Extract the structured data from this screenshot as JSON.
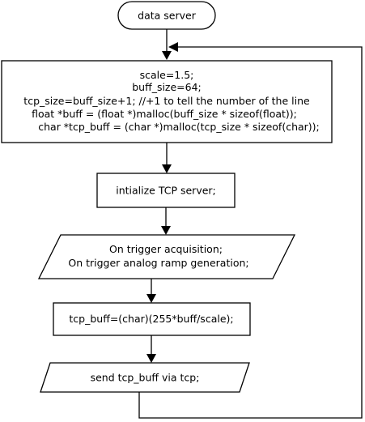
{
  "flowchart": {
    "start": {
      "label": "data server"
    },
    "init_block": {
      "lines": [
        "scale=1.5;",
        "buff_size=64;",
        "tcp_size=buff_size+1; //+1 to tell the number of the line",
        "float *buff = (float *)malloc(buff_size * sizeof(float));",
        "char *tcp_buff = (char *)malloc(tcp_size * sizeof(char));"
      ]
    },
    "tcp_init": {
      "label": "intialize TCP server;"
    },
    "acquisition": {
      "lines": [
        "On trigger acquisition;",
        "On trigger analog ramp generation;"
      ]
    },
    "convert": {
      "label": "tcp_buff=(char)(255*buff/scale);"
    },
    "send": {
      "label": "send tcp_buff via tcp;"
    }
  }
}
